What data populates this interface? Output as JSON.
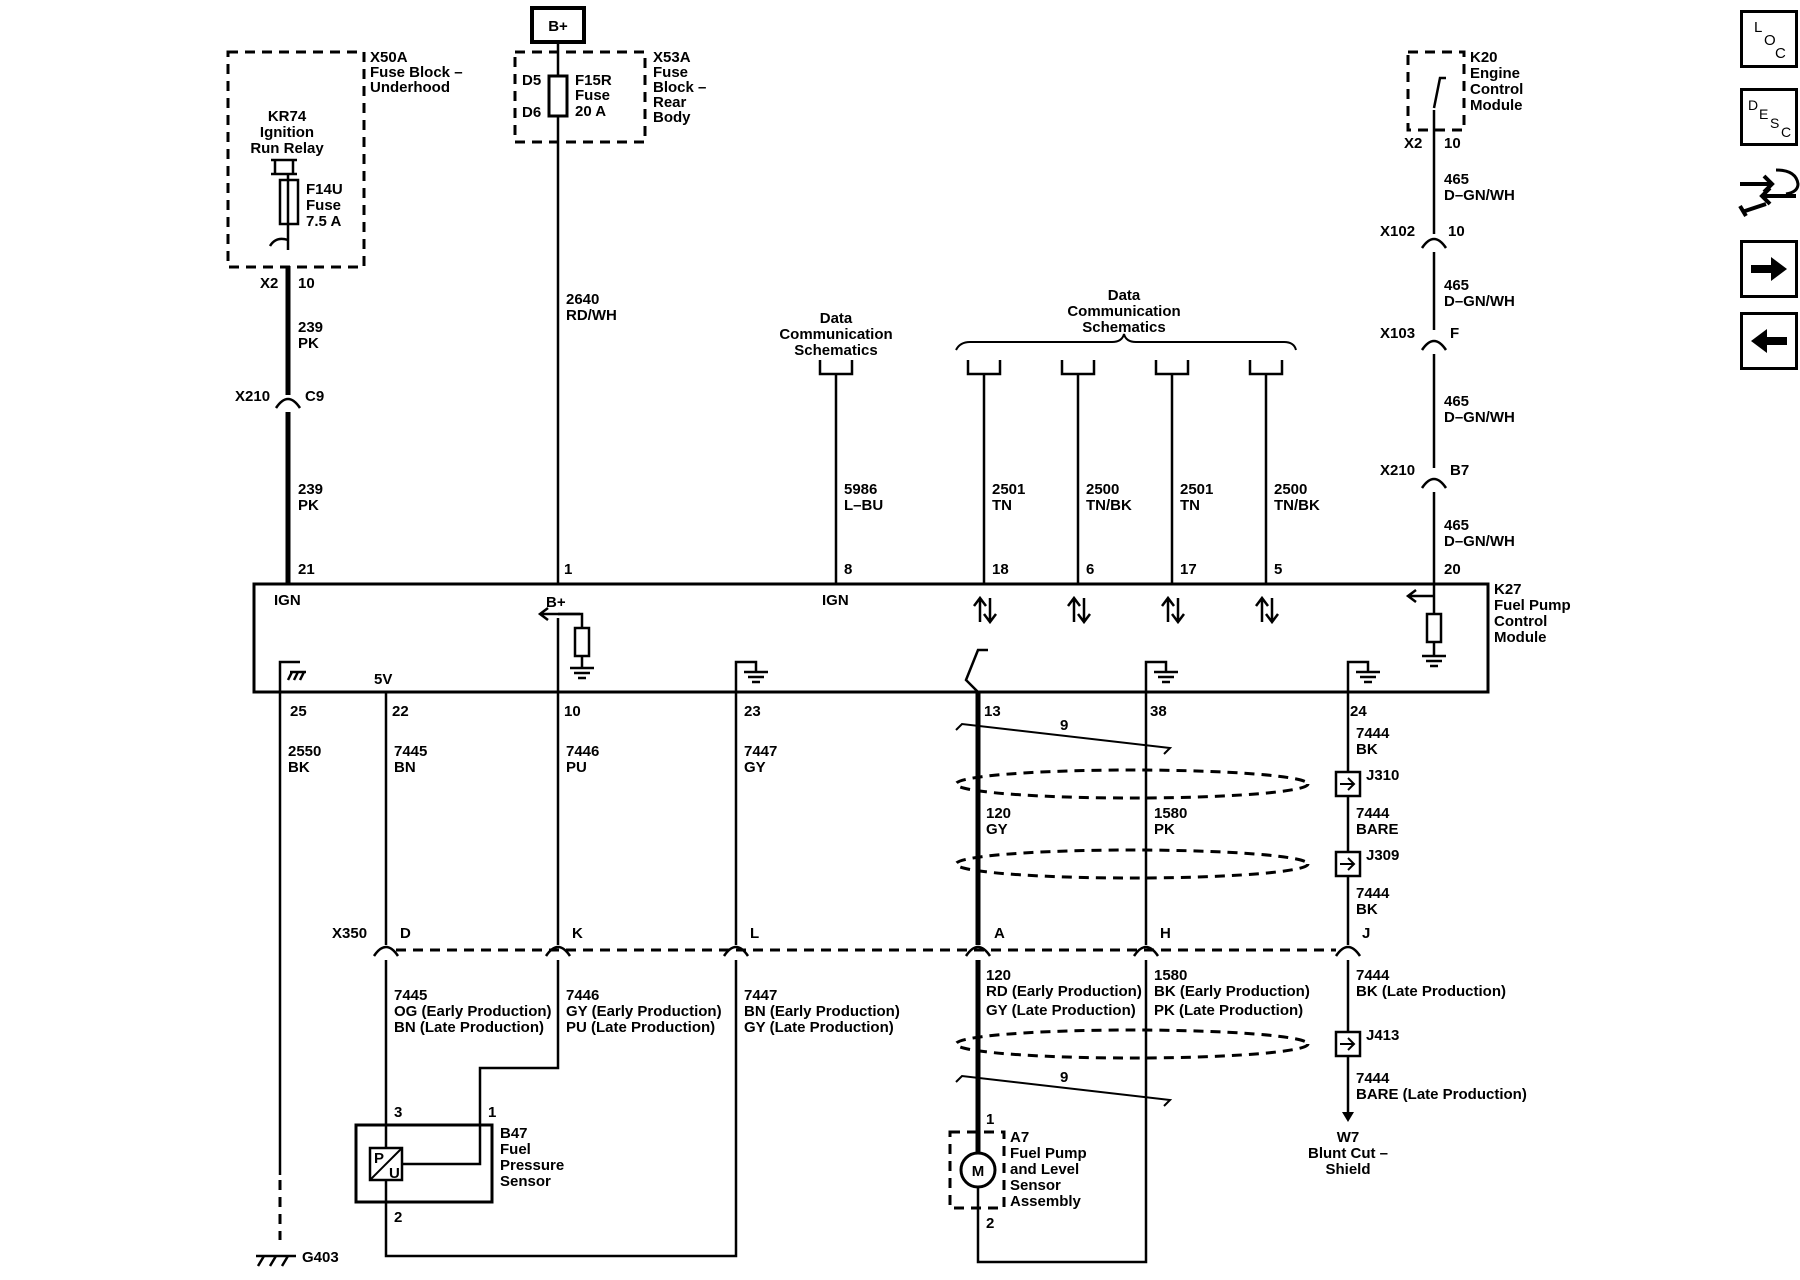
{
  "nav": {
    "loc": {
      "l1": "L",
      "l2": "O",
      "l3": "C"
    },
    "desc": {
      "l1": "D",
      "l2": "E",
      "l3": "S",
      "l4": "C"
    }
  },
  "bplus": "B+",
  "fuse_under": {
    "name": "X50A",
    "l1": "Fuse Block –",
    "l2": "Underhood"
  },
  "relay": {
    "l1": "KR74",
    "l2": "Ignition",
    "l3": "Run Relay"
  },
  "fuse_f14u": {
    "l1": "F14U",
    "l2": "Fuse",
    "l3": "7.5 A"
  },
  "fuse_rear": {
    "name": "X53A",
    "l1": "Fuse",
    "l2": "Block –",
    "l3": "Rear",
    "l4": "Body"
  },
  "fuse_f15r": {
    "l1": "F15R",
    "l2": "Fuse",
    "l3": "20 A",
    "d5": "D5",
    "d6": "D6"
  },
  "ecm": {
    "name": "K20",
    "l1": "Engine",
    "l2": "Control",
    "l3": "Module",
    "conn": "X2",
    "pin": "10"
  },
  "left_wire": {
    "conn": "X2",
    "pin": "10",
    "num": "239",
    "color": "PK",
    "x210": "X210",
    "c9": "C9"
  },
  "b_wire": {
    "num": "2640",
    "color": "RD/WH"
  },
  "data_comm": {
    "l1": "Data",
    "l2": "Communication",
    "l3": "Schematics"
  },
  "w5986": {
    "num": "5986",
    "color": "L–BU"
  },
  "w2501a": {
    "num": "2501",
    "color": "TN"
  },
  "w2500a": {
    "num": "2500",
    "color": "TN/BK"
  },
  "w2501b": {
    "num": "2501",
    "color": "TN"
  },
  "w2500b": {
    "num": "2500",
    "color": "TN/BK"
  },
  "w465": {
    "num": "465",
    "color": "D–GN/WH"
  },
  "x102": {
    "name": "X102",
    "pin": "10"
  },
  "x103": {
    "name": "X103",
    "pin": "F"
  },
  "x210b": {
    "name": "X210",
    "pin": "B7"
  },
  "top_pins": {
    "p21": "21",
    "p1": "1",
    "p8": "8",
    "p18": "18",
    "p6": "6",
    "p17": "17",
    "p5": "5",
    "p20": "20"
  },
  "module": {
    "name": "K27",
    "l1": "Fuel Pump",
    "l2": "Control",
    "l3": "Module",
    "ign1": "IGN",
    "bplus": "B+",
    "ign2": "IGN",
    "v5": "5V"
  },
  "bot_pins": {
    "p25": "25",
    "p22": "22",
    "p10": "10",
    "p23": "23",
    "p13": "13",
    "p38": "38",
    "p24": "24"
  },
  "w2550": {
    "num": "2550",
    "color": "BK"
  },
  "w7445": {
    "num": "7445",
    "color": "BN"
  },
  "w7446": {
    "num": "7446",
    "color": "PU"
  },
  "w7447": {
    "num": "7447",
    "color": "GY"
  },
  "w120": {
    "num": "120",
    "color": "GY"
  },
  "w1580": {
    "num": "1580",
    "color": "PK"
  },
  "twist": "9",
  "w7444a": {
    "num": "7444",
    "color": "BK"
  },
  "w7444b": {
    "num": "7444",
    "color": "BARE"
  },
  "w7444c": {
    "num": "7444",
    "color": "BK"
  },
  "j310": "J310",
  "j309": "J309",
  "j413": "J413",
  "x350": {
    "name": "X350",
    "d": "D",
    "k": "K",
    "l": "L",
    "a": "A",
    "h": "H",
    "j": "J"
  },
  "lower": {
    "c7445": {
      "num": "7445",
      "l1": "OG (Early Production)",
      "l2": "BN (Late Production)"
    },
    "c7446": {
      "num": "7446",
      "l1": "GY (Early Production)",
      "l2": "PU (Late Production)"
    },
    "c7447": {
      "num": "7447",
      "l1": "BN (Early Production)",
      "l2": "GY (Late Production)"
    },
    "c120": {
      "num": "120",
      "l1": "RD (Early Production)",
      "l2": "GY (Late Production)"
    },
    "c1580": {
      "num": "1580",
      "l1": "BK (Early Production)",
      "l2": "PK (Late Production)"
    },
    "c7444": {
      "num": "7444",
      "l1": "BK (Late Production)"
    },
    "c7444bare": {
      "num": "7444",
      "l1": "BARE (Late Production)"
    }
  },
  "sensor": {
    "name": "B47",
    "l1": "Fuel",
    "l2": "Pressure",
    "l3": "Sensor",
    "p3": "3",
    "p1": "1",
    "p2": "2",
    "P": "P",
    "U": "U"
  },
  "pump": {
    "name": "A7",
    "l1": "Fuel Pump",
    "l2": "and Level",
    "l3": "Sensor",
    "l4": "Assembly",
    "p1": "1",
    "p2": "2",
    "M": "M"
  },
  "shield": {
    "name": "W7",
    "l1": "Blunt Cut –",
    "l2": "Shield"
  },
  "ground": "G403"
}
